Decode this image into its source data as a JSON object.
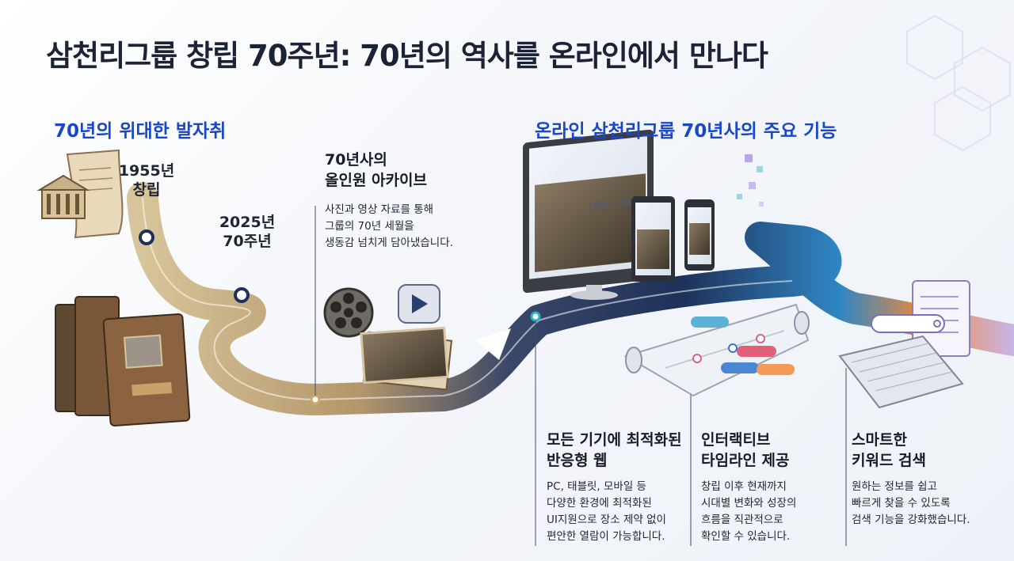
{
  "title": "삼천리그룹 창립 70주년: 70년의 역사를 온라인에서 만나다",
  "left_section": {
    "heading": "70년의 위대한 발자취",
    "milestones": [
      {
        "label": "1955년\n창립"
      },
      {
        "label": "2025년\n70주년"
      }
    ]
  },
  "archive": {
    "title": "70년사의\n올인원 아카이브",
    "description": "사진과 영상 자료를 통해\n그룹의 70년 세월을\n생동감 넘치게 담아냈습니다."
  },
  "right_section": {
    "heading": "온라인 삼천리그룹 70년사의 주요 기능",
    "screen_caption": "1955 – 1992",
    "features": [
      {
        "title": "모든 기기에 최적화된\n반응형 웹",
        "description": "PC, 태블릿, 모바일 등\n다양한 환경에 최적화된\nUI지원으로 장소 제약 없이\n편안한 열람이 가능합니다."
      },
      {
        "title": "인터랙티브\n타임라인 제공",
        "description": "창립 이후 현재까지\n시대별 변화와 성장의\n흐름을 직관적으로\n확인할 수 있습니다."
      },
      {
        "title": "스마트한\n키워드 검색",
        "description": "원하는 정보를 쉽고\n빠르게 찾을 수 있도록\n검색 기능을 강화했습니다."
      }
    ]
  },
  "colors": {
    "title": "#1b2437",
    "heading_blue": "#1a47c4",
    "road_gold": "#b89a64",
    "road_navy": "#1f3159",
    "road_blue": "#2e7fc0",
    "road_orange": "#f08a3c"
  },
  "icons": [
    "document-building-icon",
    "books-icon",
    "film-reel-icon",
    "play-icon",
    "monitor-icon",
    "tablet-icon",
    "phone-icon",
    "timeline-scroll-icon",
    "keyboard-icon",
    "search-window-icon"
  ]
}
